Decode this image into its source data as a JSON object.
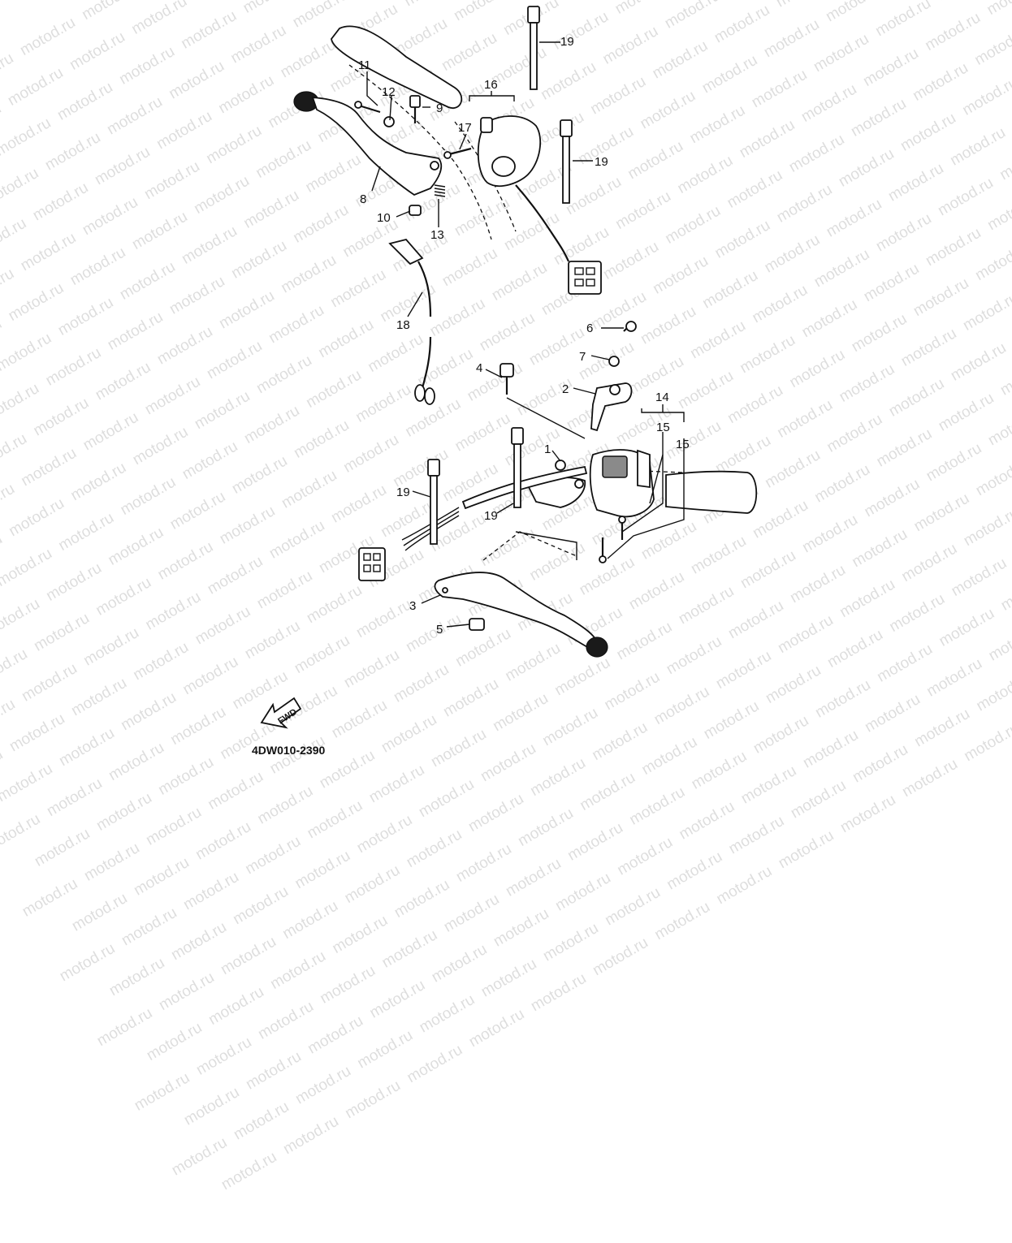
{
  "diagram": {
    "callouts": [
      {
        "id": "c1",
        "label": "1"
      },
      {
        "id": "c2",
        "label": "2"
      },
      {
        "id": "c3",
        "label": "3"
      },
      {
        "id": "c4",
        "label": "4"
      },
      {
        "id": "c5",
        "label": "5"
      },
      {
        "id": "c6",
        "label": "6"
      },
      {
        "id": "c7",
        "label": "7"
      },
      {
        "id": "c8",
        "label": "8"
      },
      {
        "id": "c9",
        "label": "9"
      },
      {
        "id": "c10",
        "label": "10"
      },
      {
        "id": "c11",
        "label": "11"
      },
      {
        "id": "c12",
        "label": "12"
      },
      {
        "id": "c13",
        "label": "13"
      },
      {
        "id": "c14",
        "label": "14"
      },
      {
        "id": "c15a",
        "label": "15"
      },
      {
        "id": "c15b",
        "label": "15"
      },
      {
        "id": "c16",
        "label": "16"
      },
      {
        "id": "c17",
        "label": "17"
      },
      {
        "id": "c18",
        "label": "18"
      },
      {
        "id": "c19a",
        "label": "19"
      },
      {
        "id": "c19b",
        "label": "19"
      },
      {
        "id": "c19c",
        "label": "19"
      },
      {
        "id": "c19d",
        "label": "19"
      }
    ],
    "fwd_label": "FWD",
    "part_code": "4DW010-2390"
  },
  "watermark": {
    "text": "motod.ru"
  }
}
